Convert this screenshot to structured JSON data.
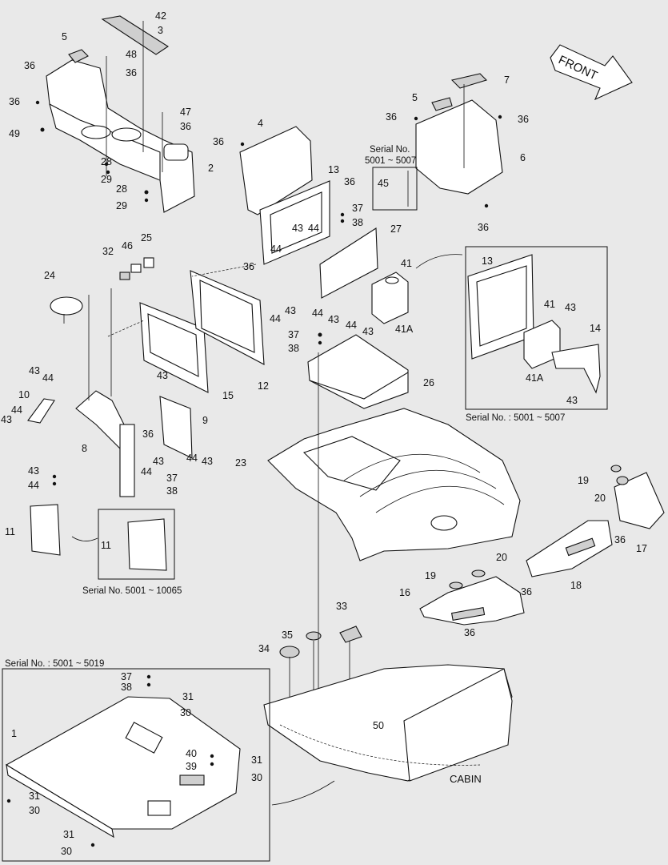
{
  "front": "FRONT",
  "cabin": "CABIN",
  "serial_notes": {
    "top_right_a": "Serial No.",
    "top_right_b": "5001 ~ 5007",
    "mid_right": "Serial No. : 5001 ~ 5007",
    "mid_left": "Serial No. 5001 ~ 10065",
    "bottom_left": "Serial No. : 5001 ~ 5019"
  },
  "callouts": [
    "42",
    "3",
    "5",
    "48",
    "36",
    "36",
    "36",
    "49",
    "47",
    "36",
    "28",
    "29",
    "28",
    "29",
    "2",
    "36",
    "4",
    "13",
    "36",
    "37",
    "38",
    "43",
    "44",
    "44",
    "27",
    "41",
    "36",
    "44",
    "43",
    "41A",
    "44",
    "43",
    "7",
    "5",
    "36",
    "36",
    "6",
    "36",
    "45",
    "32",
    "46",
    "25",
    "24",
    "43",
    "44",
    "43",
    "15",
    "12",
    "43",
    "44",
    "10",
    "43",
    "44",
    "8",
    "36",
    "43",
    "44",
    "9",
    "44",
    "43",
    "37",
    "38",
    "43",
    "44",
    "11",
    "11",
    "37",
    "38",
    "26",
    "23",
    "13",
    "41",
    "43",
    "14",
    "41A",
    "43",
    "19",
    "20",
    "17",
    "36",
    "18",
    "20",
    "19",
    "16",
    "36",
    "36",
    "33",
    "35",
    "34",
    "50",
    "37",
    "38",
    "31",
    "30",
    "1",
    "40",
    "39",
    "31",
    "30",
    "31",
    "30",
    "31",
    "30"
  ]
}
